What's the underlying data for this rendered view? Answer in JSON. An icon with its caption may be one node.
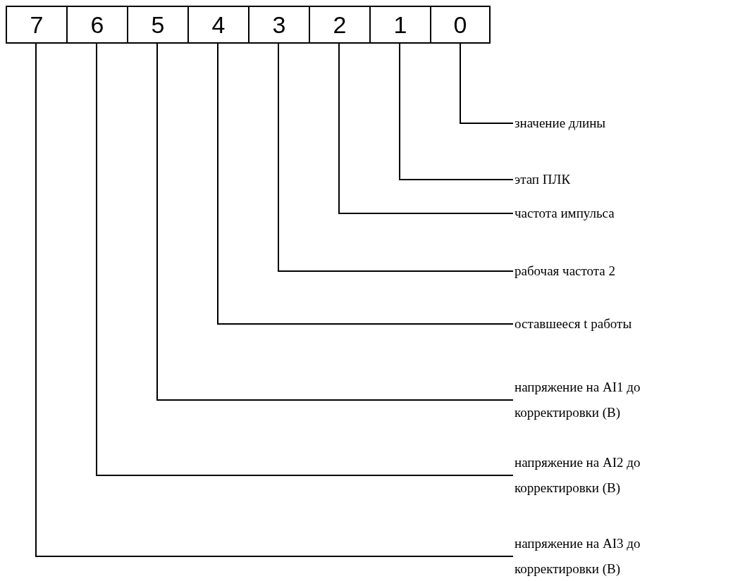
{
  "diagram": {
    "nodes": [
      {
        "text": [
          "7"
        ]
      },
      {
        "text": [
          "6"
        ]
      },
      {
        "text": [
          "5"
        ]
      },
      {
        "text": [
          "4"
        ]
      },
      {
        "text": [
          "3"
        ]
      },
      {
        "text": [
          "2"
        ]
      },
      {
        "text": [
          "1"
        ]
      },
      {
        "text": [
          "0"
        ]
      },
      {
        "text": [
          "значение длины"
        ]
      },
      {
        "text": [
          "этап ПЛК"
        ]
      },
      {
        "text": [
          "частота импульса"
        ]
      },
      {
        "text": [
          "рабочая частота 2"
        ]
      },
      {
        "text": [
          "оставшееся t работы"
        ]
      },
      {
        "text": [
          "напряжение на AI1 до корректировки (В)"
        ]
      },
      {
        "text": [
          "напряжение на AI2 до корректировки (В)"
        ]
      },
      {
        "text": [
          "напряжение на AI3 до корректировки (В)"
        ]
      }
    ],
    "edges": [
      {
        "from": 7,
        "to": 8,
        "arrow": "none"
      },
      {
        "from": 6,
        "to": 9,
        "arrow": "none"
      },
      {
        "from": 5,
        "to": 10,
        "arrow": "none"
      },
      {
        "from": 4,
        "to": 11,
        "arrow": "none"
      },
      {
        "from": 3,
        "to": 12,
        "arrow": "none"
      },
      {
        "from": 2,
        "to": 13,
        "arrow": "none"
      },
      {
        "from": 1,
        "to": 14,
        "arrow": "none"
      },
      {
        "from": 0,
        "to": 15,
        "arrow": "none"
      }
    ]
  }
}
